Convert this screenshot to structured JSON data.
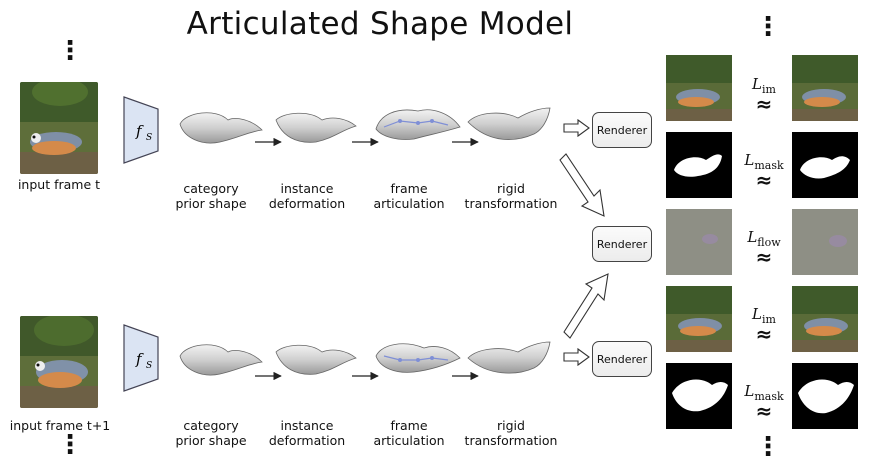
{
  "title": "Articulated Shape Model",
  "ellipsis": "⋮",
  "encoder_label": "f",
  "encoder_sub": "S",
  "rows": [
    {
      "input_caption": "input frame t",
      "stages": [
        "category\nprior shape",
        "instance\ndeformation",
        "frame\narticulation",
        "rigid\ntransformation"
      ]
    },
    {
      "input_caption": "input frame t+1",
      "stages": [
        "category\nprior shape",
        "instance\ndeformation",
        "frame\narticulation",
        "rigid\ntransformation"
      ]
    }
  ],
  "renderer_label": "Renderer",
  "losses": [
    {
      "main": "L",
      "sub": "im"
    },
    {
      "main": "L",
      "sub": "mask"
    },
    {
      "main": "L",
      "sub": "flow"
    },
    {
      "main": "L",
      "sub": "im"
    },
    {
      "main": "L",
      "sub": "mask"
    }
  ],
  "approx_symbol": "≈",
  "colors": {
    "encoder_fill": "#dbe4f3",
    "shape_fill": "#cfcfcf",
    "joint": "#7f8fd6",
    "renderer_bg": "#f2f2f2"
  }
}
